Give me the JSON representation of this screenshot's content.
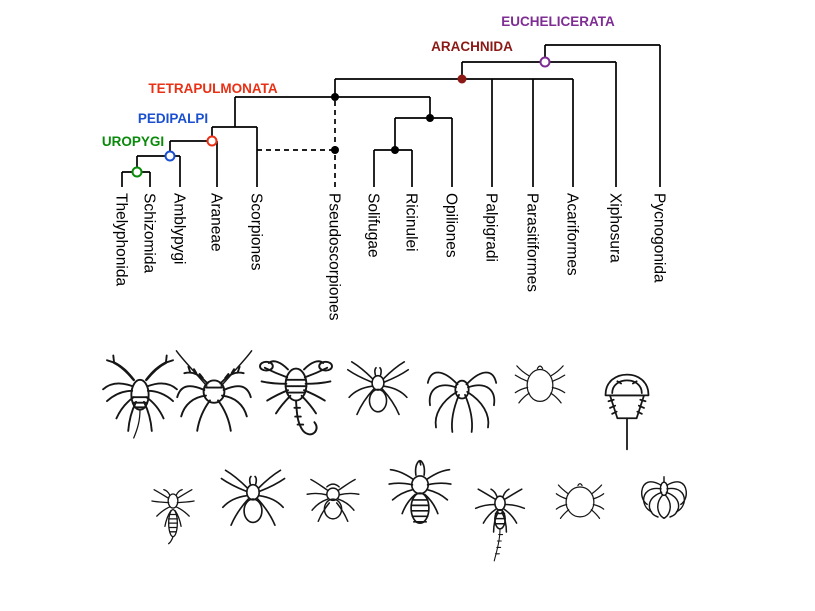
{
  "figure": {
    "type": "phylogenetic-tree-of-chelicerata",
    "background": "#ffffff",
    "line_color": "#000000",
    "label_color": "#000000"
  },
  "tree": {
    "taxa": [
      "Thelyphonida",
      "Schizomida",
      "Amblypygi",
      "Araneae",
      "Scorpiones",
      "Pseudoscorpiones",
      "Solifugae",
      "Ricinulei",
      "Opiliones",
      "Palpigradi",
      "Parasitiformes",
      "Acariformes",
      "Xiphosura",
      "Pycnogonida"
    ],
    "uncertain_taxon": "Pseudoscorpiones",
    "clade_labels": [
      {
        "label": "UROPYGI",
        "color": "#0a8a0a",
        "marker": "open-circle"
      },
      {
        "label": "PEDIPALPI",
        "color": "#1a4fd0",
        "marker": "open-circle"
      },
      {
        "label": "TETRAPULMONATA",
        "color": "#e83015",
        "marker": "open-circle"
      },
      {
        "label": "ARACHNIDA",
        "color": "#8b1a16",
        "marker": "filled-circle"
      },
      {
        "label": "EUCHELICERATA",
        "color": "#7e2d93",
        "marker": "open-circle"
      }
    ]
  },
  "specimens": {
    "row1": [
      "whip-scorpion",
      "whip-spider",
      "scorpion",
      "spider",
      "harvestman",
      "tick",
      "horseshoe-crab"
    ],
    "row2": [
      "schizomid",
      "tarantula",
      "ricinuleid",
      "camel-spider",
      "palpigrade",
      "mite",
      "sea-spider"
    ]
  }
}
